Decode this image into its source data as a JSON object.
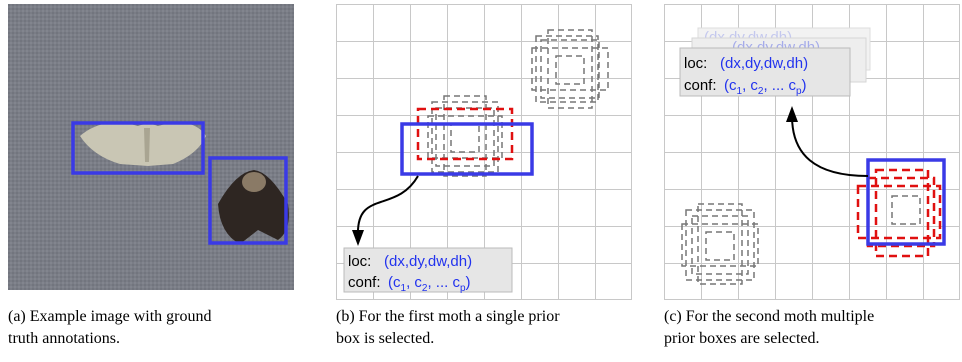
{
  "panels": [
    {
      "caption": "(a) Example image with ground truth annotations.",
      "caption_lines": [
        "(a) Example image with ground",
        "truth annotations."
      ]
    },
    {
      "caption": "(b) For the first moth a single prior box is selected.",
      "caption_lines": [
        "(b) For the first moth a single prior",
        "box is selected."
      ],
      "loc_label": "loc:",
      "loc_value": "(dx,dy,dw,dh)",
      "conf_label": "conf:",
      "conf_value_parts": [
        "(c",
        "1",
        ", c",
        "2",
        ", ... c",
        "p",
        ")"
      ]
    },
    {
      "caption": "(c) For the second moth multiple prior boxes are selected.",
      "caption_lines": [
        "(c) For the second moth multiple",
        "prior boxes are selected."
      ],
      "loc_label": "loc:",
      "loc_value": "(dx,dy,dw,dh)",
      "ghost_values": [
        "(dx,dy,dw,dh)",
        "(dx,dy,dw,dh)"
      ],
      "conf_label": "conf:",
      "conf_value_parts": [
        "(c",
        "1",
        ", c",
        "2",
        ", ... c",
        "p",
        ")"
      ]
    }
  ],
  "colors": {
    "ground_truth": "#3a3ae6",
    "selected_prior": "#e01010",
    "prior": "#777777",
    "grid": "#c8c8c8",
    "text_blue": "#2233ee",
    "panel_bg": "#e6e6e6"
  }
}
